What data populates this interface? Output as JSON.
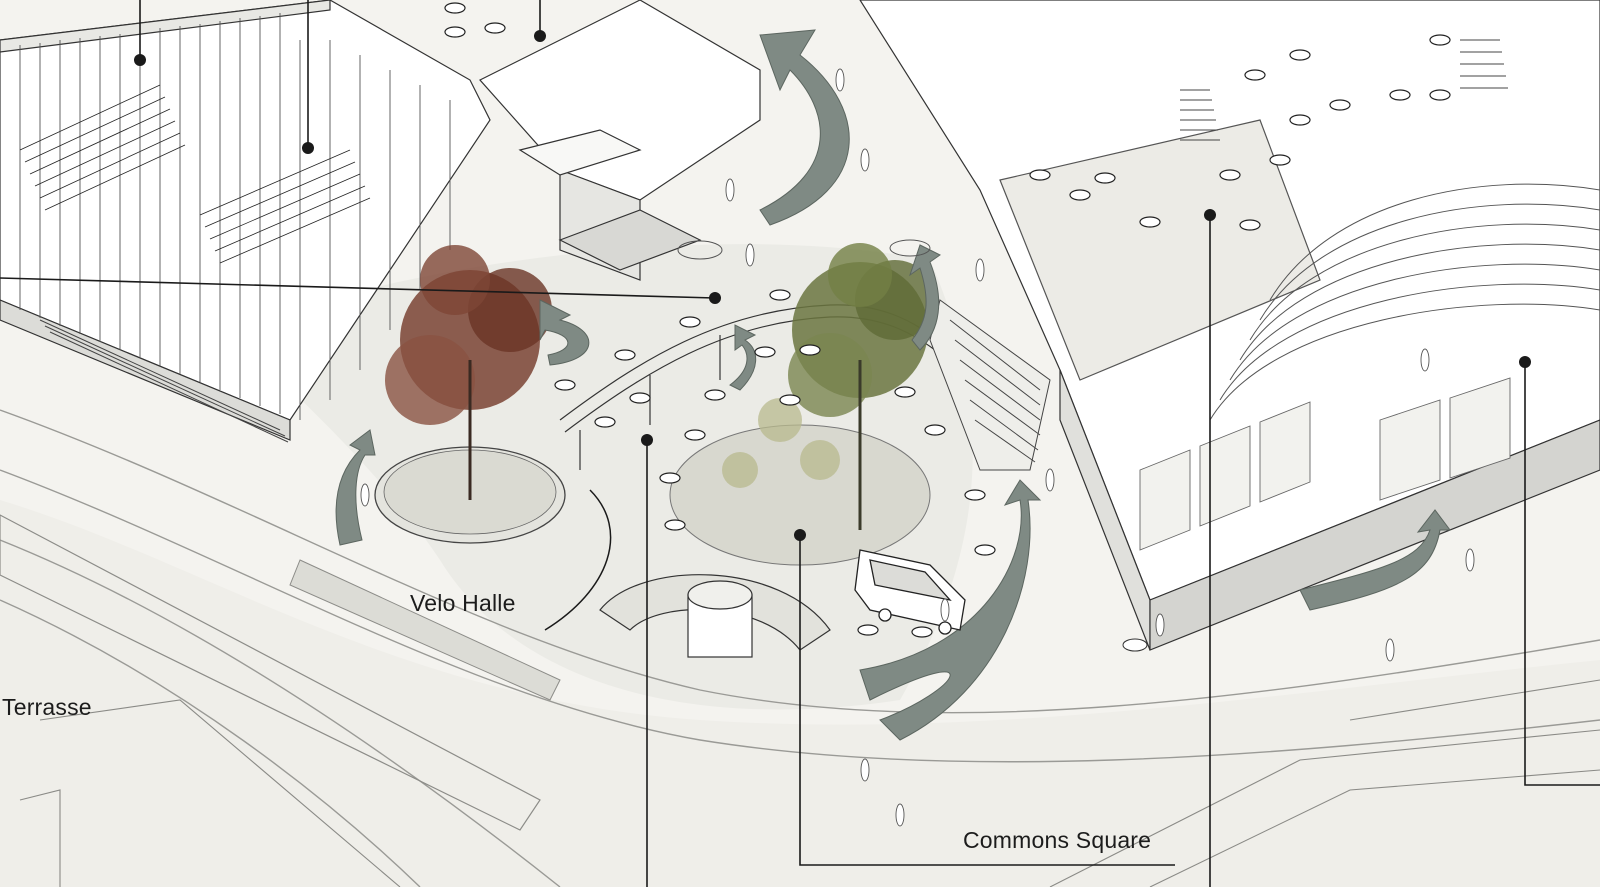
{
  "labels": {
    "velo_halle": "Velo Halle",
    "terrasse": "Terrasse",
    "commons_square": "Commons Square"
  },
  "colors": {
    "paper": "#f4f3ef",
    "ink": "#2a2a2a",
    "arrow_fill": "#7f8a84",
    "tree_brown": "#6e3a2a",
    "tree_green": "#5f6b3a"
  },
  "icons": {
    "flow_arrow": "curved-arrow-icon",
    "tree": "tree-icon",
    "cafe_table": "table-icon",
    "food_truck": "truck-icon",
    "leader_dot": "dot-icon"
  }
}
